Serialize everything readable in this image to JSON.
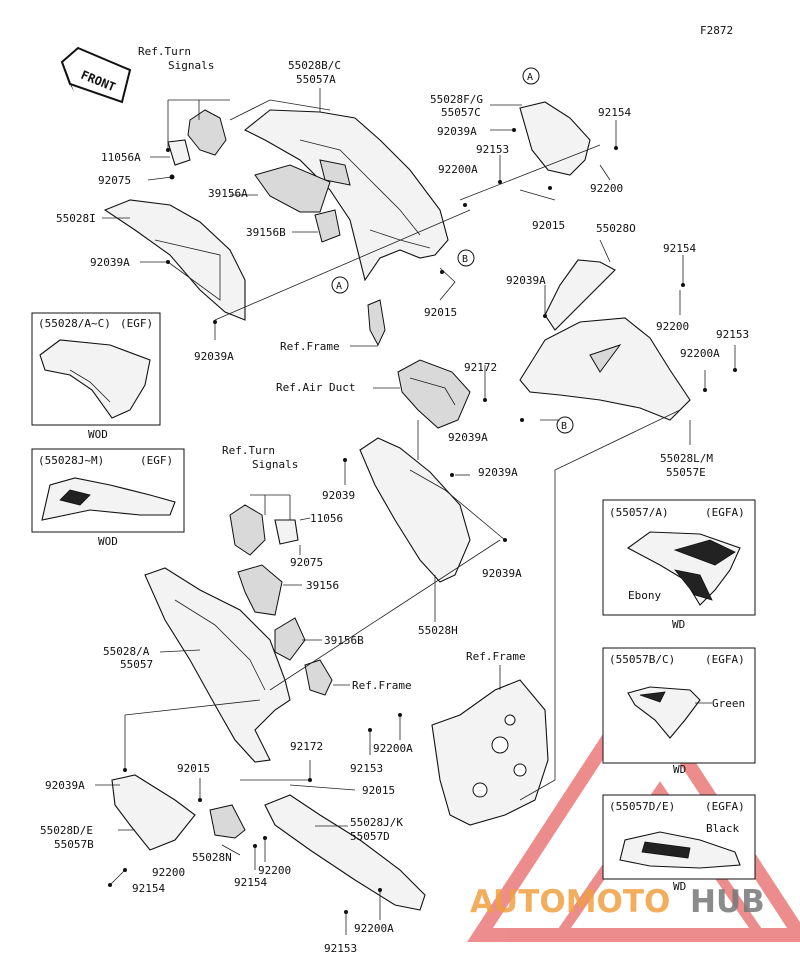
{
  "figure_code": "F2872",
  "front_arrow_label": "FRONT",
  "callouts": [
    {
      "id": "c1",
      "text": "Ref.Turn"
    },
    {
      "id": "c2",
      "text": "Signals"
    },
    {
      "id": "c3",
      "text": "55028B/C"
    },
    {
      "id": "c4",
      "text": "55057A"
    },
    {
      "id": "c5",
      "text": "55028F/G"
    },
    {
      "id": "c6",
      "text": "55057C"
    },
    {
      "id": "c7",
      "text": "92154"
    },
    {
      "id": "c8",
      "text": "92039A"
    },
    {
      "id": "c9",
      "text": "11056A"
    },
    {
      "id": "c10",
      "text": "92153"
    },
    {
      "id": "c11",
      "text": "92200A"
    },
    {
      "id": "c12",
      "text": "92075"
    },
    {
      "id": "c13",
      "text": "39156A"
    },
    {
      "id": "c14",
      "text": "92200"
    },
    {
      "id": "c15",
      "text": "55028I"
    },
    {
      "id": "c16",
      "text": "39156B"
    },
    {
      "id": "c17",
      "text": "92015"
    },
    {
      "id": "c18",
      "text": "55028O"
    },
    {
      "id": "c19",
      "text": "92039A"
    },
    {
      "id": "c20",
      "text": "92154"
    },
    {
      "id": "c21",
      "text": "92039A"
    },
    {
      "id": "c22",
      "text": "92015"
    },
    {
      "id": "c23",
      "text": "92200"
    },
    {
      "id": "c24",
      "text": "92039A"
    },
    {
      "id": "c25",
      "text": "Ref.Frame"
    },
    {
      "id": "c26",
      "text": "92153"
    },
    {
      "id": "c27",
      "text": "92200A"
    },
    {
      "id": "c28",
      "text": "92172"
    },
    {
      "id": "c29",
      "text": "Ref.Air Duct"
    },
    {
      "id": "c30",
      "text": "92039A"
    },
    {
      "id": "c31",
      "text": "55028L/M"
    },
    {
      "id": "c32",
      "text": "55057E"
    },
    {
      "id": "c33",
      "text": "Ref.Turn"
    },
    {
      "id": "c34",
      "text": "Signals"
    },
    {
      "id": "c35",
      "text": "92039A"
    },
    {
      "id": "c36",
      "text": "92039"
    },
    {
      "id": "c37",
      "text": "11056"
    },
    {
      "id": "c38",
      "text": "92075"
    },
    {
      "id": "c39",
      "text": "39156"
    },
    {
      "id": "c40",
      "text": "92039A"
    },
    {
      "id": "c41",
      "text": "55028H"
    },
    {
      "id": "c42",
      "text": "39156B"
    },
    {
      "id": "c43",
      "text": "55028/A"
    },
    {
      "id": "c44",
      "text": "55057"
    },
    {
      "id": "c45",
      "text": "Ref.Frame"
    },
    {
      "id": "c46",
      "text": "Ref.Frame"
    },
    {
      "id": "c47",
      "text": "92200A"
    },
    {
      "id": "c48",
      "text": "92153"
    },
    {
      "id": "c49",
      "text": "92172"
    },
    {
      "id": "c50",
      "text": "92039A"
    },
    {
      "id": "c51",
      "text": "92015"
    },
    {
      "id": "c52",
      "text": "92015"
    },
    {
      "id": "c53",
      "text": "55028D/E"
    },
    {
      "id": "c54",
      "text": "55057B"
    },
    {
      "id": "c55",
      "text": "55028J/K"
    },
    {
      "id": "c56",
      "text": "55057D"
    },
    {
      "id": "c57",
      "text": "92200"
    },
    {
      "id": "c58",
      "text": "55028N"
    },
    {
      "id": "c59",
      "text": "92154"
    },
    {
      "id": "c60",
      "text": "92200"
    },
    {
      "id": "c61",
      "text": "92154"
    },
    {
      "id": "c62",
      "text": "92200A"
    },
    {
      "id": "c63",
      "text": "92153"
    }
  ],
  "ref_markers": [
    {
      "id": "mA1",
      "text": "A"
    },
    {
      "id": "mA2",
      "text": "A"
    },
    {
      "id": "mB1",
      "text": "B"
    },
    {
      "id": "mB2",
      "text": "B"
    }
  ],
  "variant_boxes": [
    {
      "id": "v1",
      "code": "(55028/A~C)",
      "region": "(EGF)",
      "caption": "WOD",
      "note": ""
    },
    {
      "id": "v2",
      "code": "(55028J~M)",
      "region": "(EGF)",
      "caption": "WOD",
      "note": ""
    },
    {
      "id": "v3",
      "code": "(55057/A)",
      "region": "(EGFA)",
      "caption": "WD",
      "note": "Ebony"
    },
    {
      "id": "v4",
      "code": "(55057B/C)",
      "region": "(EGFA)",
      "caption": "WD",
      "note": "Green"
    },
    {
      "id": "v5",
      "code": "(55057D/E)",
      "region": "(EGFA)",
      "caption": "WD",
      "note": "Black"
    }
  ],
  "watermark": {
    "part1": "AUTOMOTO",
    "part2": "HUB"
  }
}
